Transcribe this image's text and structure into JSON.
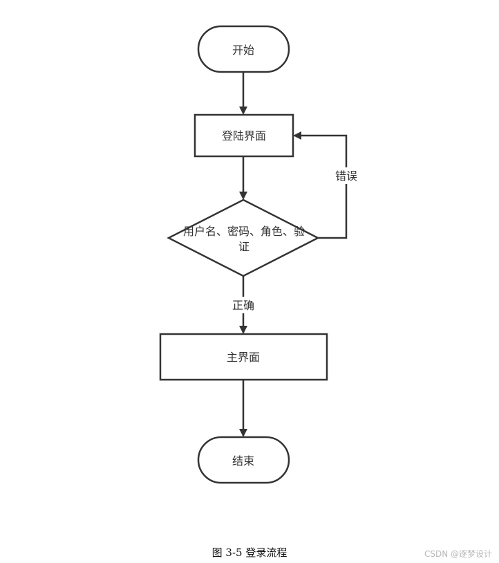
{
  "colors": {
    "stroke": "#333333",
    "fill": "#ffffff",
    "text": "#333333",
    "caption": "#111111",
    "watermark": "#b8b8b8"
  },
  "nodes": {
    "start": {
      "label": "开始"
    },
    "login": {
      "label": "登陆界面"
    },
    "verify": {
      "line1": "用户名、密码、角色、验",
      "line2": "证"
    },
    "main": {
      "label": "主界面"
    },
    "end": {
      "label": "结束"
    }
  },
  "edges": {
    "error": {
      "label": "错误"
    },
    "correct": {
      "label": "正确"
    }
  },
  "caption": "图 3-5  登录流程",
  "watermark": "CSDN @逐梦设计"
}
